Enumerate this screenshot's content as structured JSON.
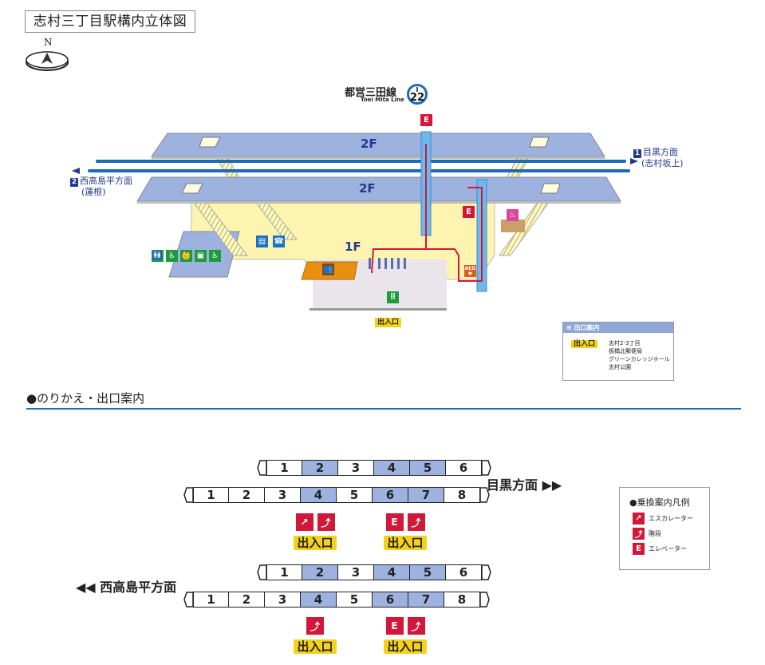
{
  "title": "志村三丁目駅構内立体図",
  "compass": {
    "label": "N",
    "icon": "compass-icon"
  },
  "line": {
    "name_ja": "都営三田線",
    "name_en": "Toei Mita Line",
    "code_top": "I",
    "code_number": "22",
    "color": "#1b6ab8"
  },
  "diagram": {
    "floors": [
      "2F",
      "2F",
      "1F"
    ],
    "direction_right": {
      "badge": "1",
      "label": "目黒方面",
      "sub": "(志村坂上)"
    },
    "direction_left": {
      "badge": "2",
      "label": "西高島平方面",
      "sub": "(蓮根)"
    },
    "facilities": [
      {
        "name": "restroom",
        "glyph": "🚻"
      },
      {
        "name": "accessible-toilet",
        "glyph": "♿"
      },
      {
        "name": "baby-room",
        "glyph": "👶"
      },
      {
        "name": "ostomate",
        "glyph": "▣"
      },
      {
        "name": "multipurpose",
        "glyph": "♿"
      }
    ],
    "locker_glyph": "▤",
    "phone_glyph": "☎",
    "elevator_glyph": "E",
    "ticket_office_glyph": "👥",
    "ticket_machine_glyph": "⠿",
    "waiting_glyph": "♨",
    "aed_label": "AED",
    "exit_label": "出入口",
    "colors": {
      "floor2": "#9eb2e0",
      "floor1": "#fdf4b0",
      "rail": "#1b6ab8",
      "route": "#d2183a",
      "concourse": "#e9e5ea",
      "ticket": "#e8900f"
    }
  },
  "exit_info": {
    "header": "出口案内",
    "tag": "出入口",
    "places": [
      "志村2-3丁目",
      "板橋北郵便局",
      "グリーンカレッジホール",
      "志村公園"
    ]
  },
  "transfer": {
    "heading": "●のりかえ・出口案内",
    "blocks": [
      {
        "direction": "目黒方面 ▶▶",
        "six_car": [
          {
            "n": "1",
            "hl": false
          },
          {
            "n": "2",
            "hl": true
          },
          {
            "n": "3",
            "hl": false
          },
          {
            "n": "4",
            "hl": true
          },
          {
            "n": "5",
            "hl": true
          },
          {
            "n": "6",
            "hl": false
          }
        ],
        "eight_car": [
          {
            "n": "1",
            "hl": false
          },
          {
            "n": "2",
            "hl": false
          },
          {
            "n": "3",
            "hl": false
          },
          {
            "n": "4",
            "hl": true
          },
          {
            "n": "5",
            "hl": false
          },
          {
            "n": "6",
            "hl": true
          },
          {
            "n": "7",
            "hl": true
          },
          {
            "n": "8",
            "hl": false
          }
        ],
        "exit_groups": [
          {
            "icons": [
              "escalator",
              "stairs"
            ],
            "label": "出入口"
          },
          {
            "icons": [
              "elevator",
              "stairs"
            ],
            "label": "出入口"
          }
        ]
      },
      {
        "direction": "◀◀ 西高島平方面",
        "six_car": [
          {
            "n": "1",
            "hl": false
          },
          {
            "n": "2",
            "hl": true
          },
          {
            "n": "3",
            "hl": false
          },
          {
            "n": "4",
            "hl": true
          },
          {
            "n": "5",
            "hl": true
          },
          {
            "n": "6",
            "hl": false
          }
        ],
        "eight_car": [
          {
            "n": "1",
            "hl": false
          },
          {
            "n": "2",
            "hl": false
          },
          {
            "n": "3",
            "hl": false
          },
          {
            "n": "4",
            "hl": true
          },
          {
            "n": "5",
            "hl": false
          },
          {
            "n": "6",
            "hl": true
          },
          {
            "n": "7",
            "hl": true
          },
          {
            "n": "8",
            "hl": false
          }
        ],
        "exit_groups": [
          {
            "icons": [
              "stairs"
            ],
            "label": "出入口"
          },
          {
            "icons": [
              "elevator",
              "stairs"
            ],
            "label": "出入口"
          }
        ]
      }
    ],
    "legend": {
      "title": "●乗換案内凡例",
      "items": [
        {
          "icon": "escalator",
          "label": "エスカレーター"
        },
        {
          "icon": "stairs",
          "label": "階段"
        },
        {
          "icon": "elevator",
          "label": "エレベーター"
        }
      ]
    }
  }
}
